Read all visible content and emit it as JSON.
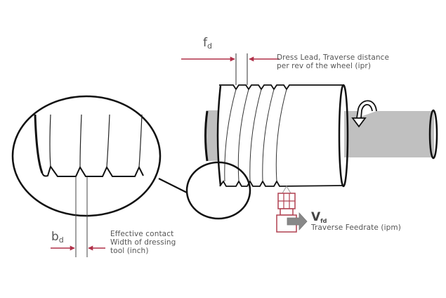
{
  "diagram": {
    "title": "Grinding wheel dressing schematic",
    "labels": {
      "dress_lead_symbol": "f",
      "dress_lead_subscript": "d",
      "dress_lead_line1": "Dress Lead, Traverse distance",
      "dress_lead_line2": "per rev of the wheel (ipr)",
      "contact_width_symbol": "b",
      "contact_width_subscript": "d",
      "contact_width_line1": "Effective contact",
      "contact_width_line2": "Width of dressing",
      "contact_width_line3": "tool (inch)",
      "feedrate_symbol": "V",
      "feedrate_subscript": "fd",
      "feedrate_line1": "Traverse Feedrate (ipm)"
    },
    "elements": [
      {
        "id": "grinding-wheel",
        "kind": "cylinder",
        "grooves": 5
      },
      {
        "id": "spindle-shaft",
        "kind": "cylinder",
        "fill": "#c0c0c0"
      },
      {
        "id": "rotation-arrow",
        "kind": "curved-arrow"
      },
      {
        "id": "dressing-tool",
        "kind": "tool",
        "stroke": "#b04050"
      },
      {
        "id": "feed-arrow",
        "kind": "arrow",
        "fill": "#888888"
      },
      {
        "id": "magnifier-small",
        "kind": "ellipse"
      },
      {
        "id": "magnifier-large",
        "kind": "ellipse"
      }
    ],
    "colors": {
      "outline": "#111111",
      "dimension_arrow": "#b03048",
      "shaft_fill": "#c0c0c0",
      "text": "#555555",
      "tool_outline": "#b04050"
    }
  }
}
